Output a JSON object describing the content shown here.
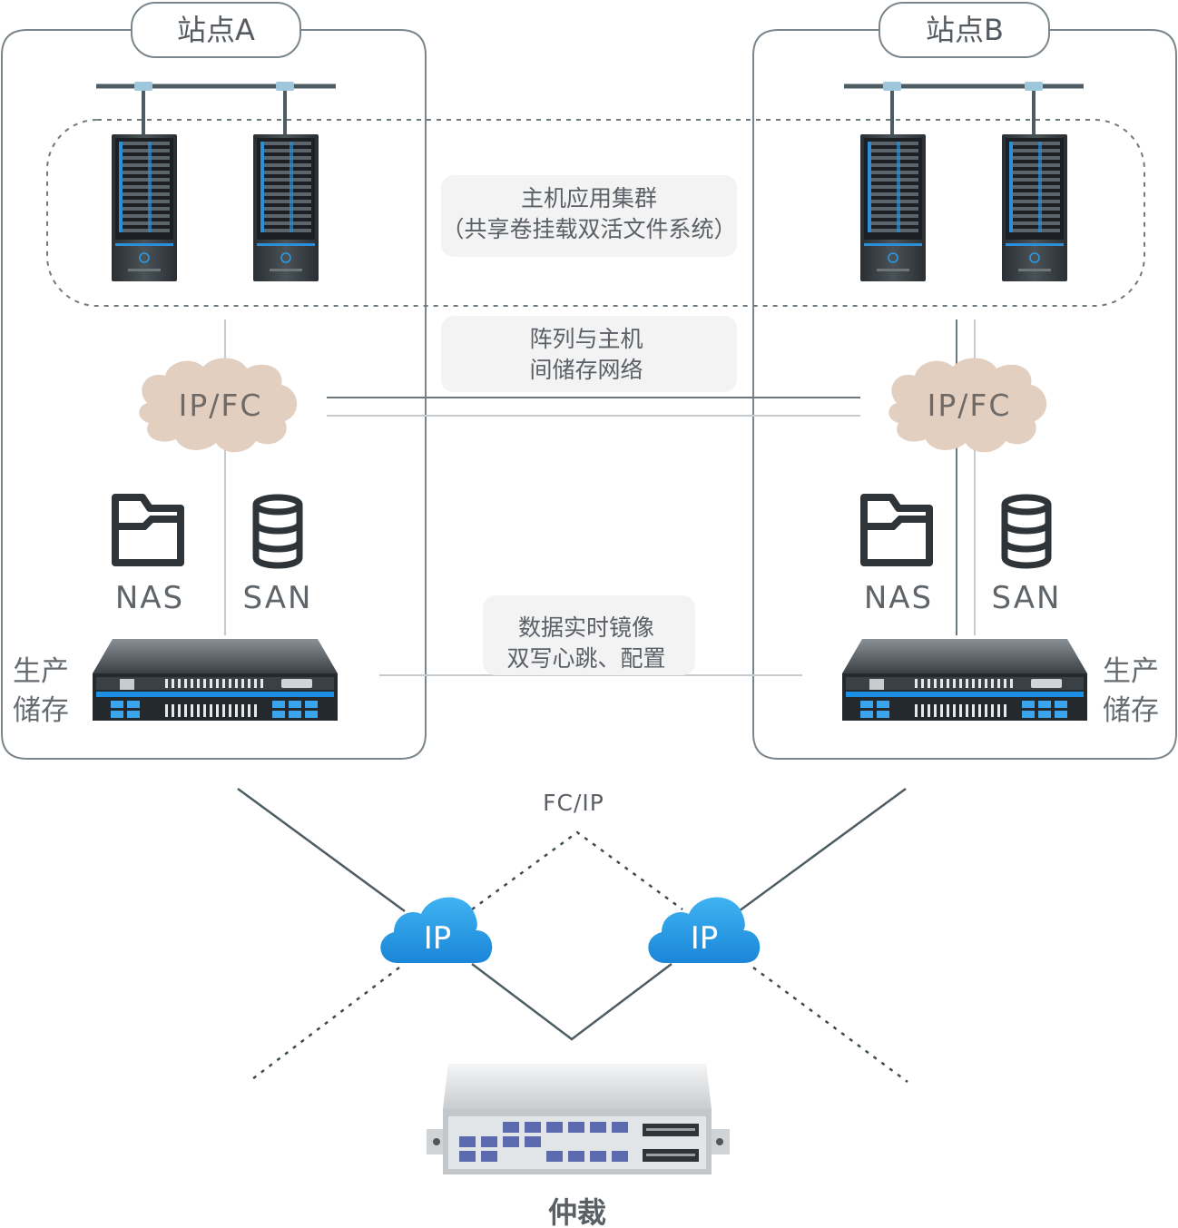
{
  "sites": {
    "a": {
      "label": "站点A",
      "storage_label_1": "生产",
      "storage_label_2": "储存",
      "cloud_label": "IP/FC",
      "nas_label": "NAS",
      "san_label": "SAN"
    },
    "b": {
      "label": "站点B",
      "storage_label_1": "生产",
      "storage_label_2": "储存",
      "cloud_label": "IP/FC",
      "nas_label": "NAS",
      "san_label": "SAN"
    }
  },
  "notes": {
    "cluster_line1": "主机应用集群",
    "cluster_line2": "（共享卷挂载双活文件系统）",
    "network_line1": "阵列与主机",
    "network_line2": "间储存网络",
    "mirror_line1": "数据实时镜像",
    "mirror_line2": "双写心跳、配置"
  },
  "wan": {
    "label": "FC/IP",
    "cloud_left": "IP",
    "cloud_right": "IP"
  },
  "arbiter": {
    "label": "仲裁"
  },
  "colors": {
    "ip_cloud": "#2196e0",
    "ipfc_cloud": "#e3cfc0",
    "led_blue": "#1e8fe0",
    "icon_dark": "#2e3438"
  },
  "icons": {
    "nas": "folder-icon",
    "san": "database-icon",
    "server": "server-tower-icon",
    "storage": "storage-array-icon",
    "arbiter": "network-switch-icon"
  }
}
